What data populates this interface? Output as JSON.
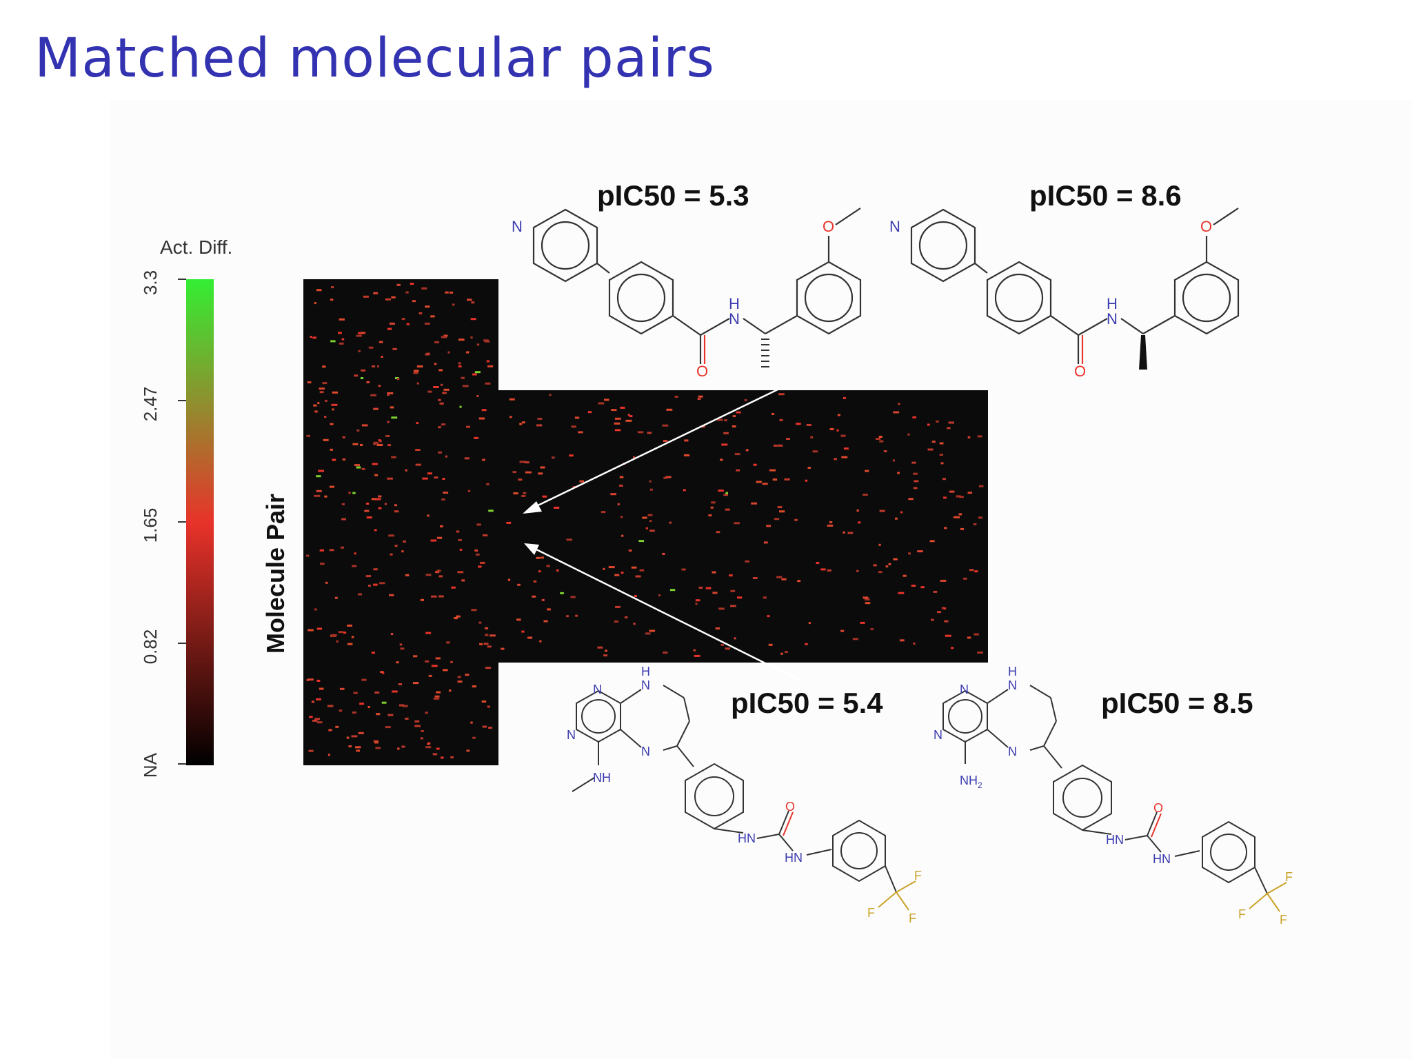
{
  "slide": {
    "title": "Matched molecular pairs"
  },
  "colorbar": {
    "title": "Act. Diff.",
    "ticks": [
      "3.3",
      "2.47",
      "1.65",
      "0.82",
      "NA"
    ],
    "colors": [
      "#000000",
      "#e8332a",
      "#33ee33"
    ]
  },
  "heatmap": {
    "ylabel": "Molecule Pair",
    "background": "#0b0b0b"
  },
  "molecules": {
    "top_left": {
      "pic50": "pIC50 = 5.3"
    },
    "top_right": {
      "pic50": "pIC50 = 8.6"
    },
    "bottom_left": {
      "pic50": "pIC50 = 5.4"
    },
    "bottom_right": {
      "pic50": "pIC50 = 8.5"
    }
  },
  "atom_labels": {
    "N": "N",
    "O": "O",
    "H": "H",
    "F": "F",
    "NH": "NH",
    "HN": "HN",
    "NH2": "NH"
  },
  "colors": {
    "title": "#3333b2",
    "nitrogen": "#3b3bb0",
    "oxygen": "#e8332a",
    "fluorine": "#c9a227"
  }
}
